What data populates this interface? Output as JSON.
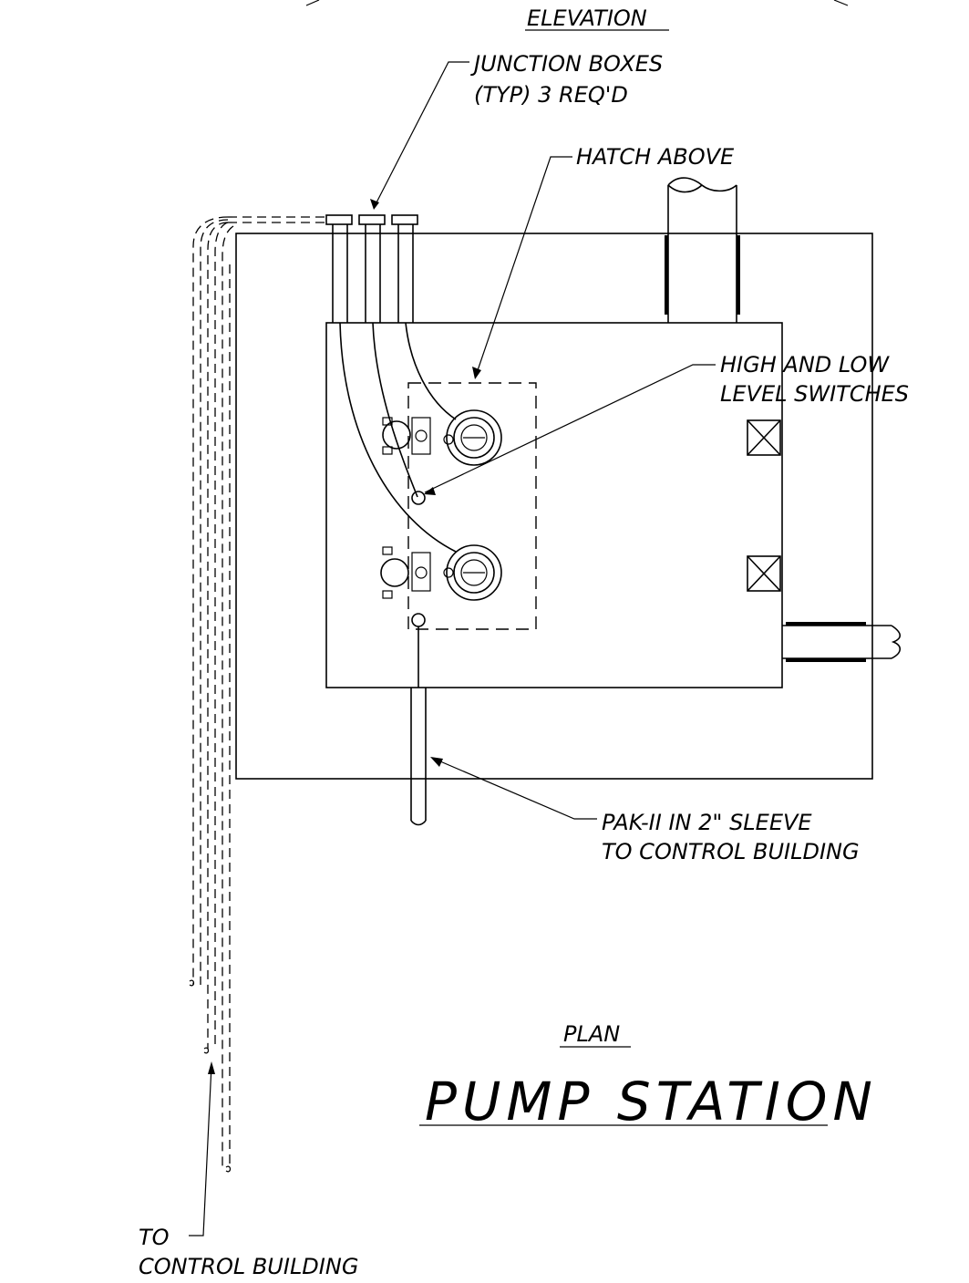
{
  "labels": {
    "elevation": "ELEVATION",
    "junction_line1": "JUNCTION BOXES",
    "junction_line2": "(TYP) 3 REQ'D",
    "hatch": "HATCH ABOVE",
    "switches_line1": "HIGH AND LOW",
    "switches_line2": "LEVEL SWITCHES",
    "pak_line1": "PAK-II  IN 2\" SLEEVE",
    "pak_line2": "TO CONTROL BUILDING",
    "plan": "PLAN",
    "title": "PUMP STATION",
    "to_line1": "TO",
    "to_line2": "CONTROL BUILDING"
  }
}
